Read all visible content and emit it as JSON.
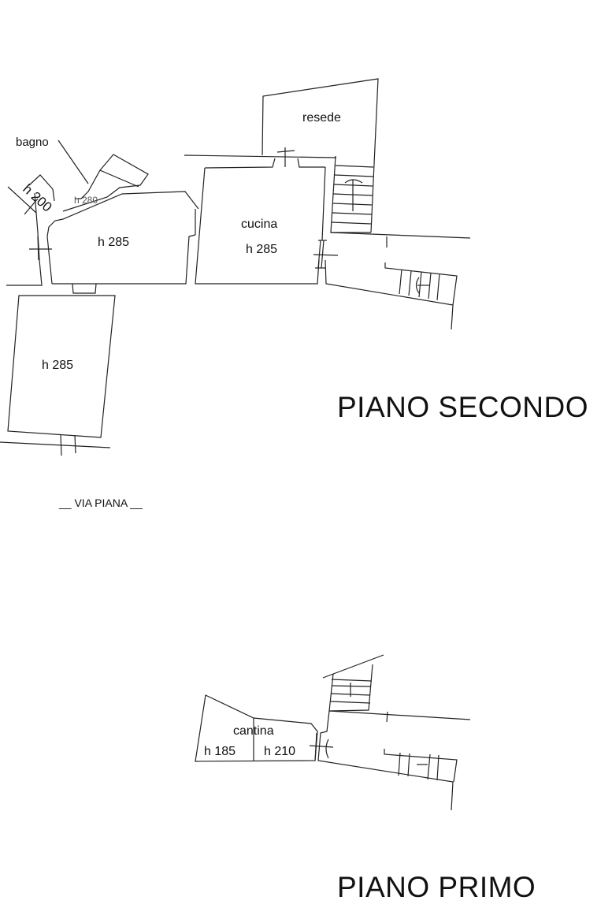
{
  "plans": [
    {
      "title": "PIANO SECONDO",
      "rooms": [
        {
          "name": "resede"
        },
        {
          "name": "bagno"
        },
        {
          "name": "h 200"
        },
        {
          "name": "h 280"
        },
        {
          "name": "h 285"
        },
        {
          "name": "cucina",
          "height": "h 285"
        },
        {
          "name": "h 285"
        }
      ],
      "street": "__ VIA PIANA __"
    },
    {
      "title": "PIANO PRIMO",
      "rooms": [
        {
          "name": "cantina",
          "heights": [
            "h 185",
            "h 210"
          ]
        }
      ]
    }
  ]
}
